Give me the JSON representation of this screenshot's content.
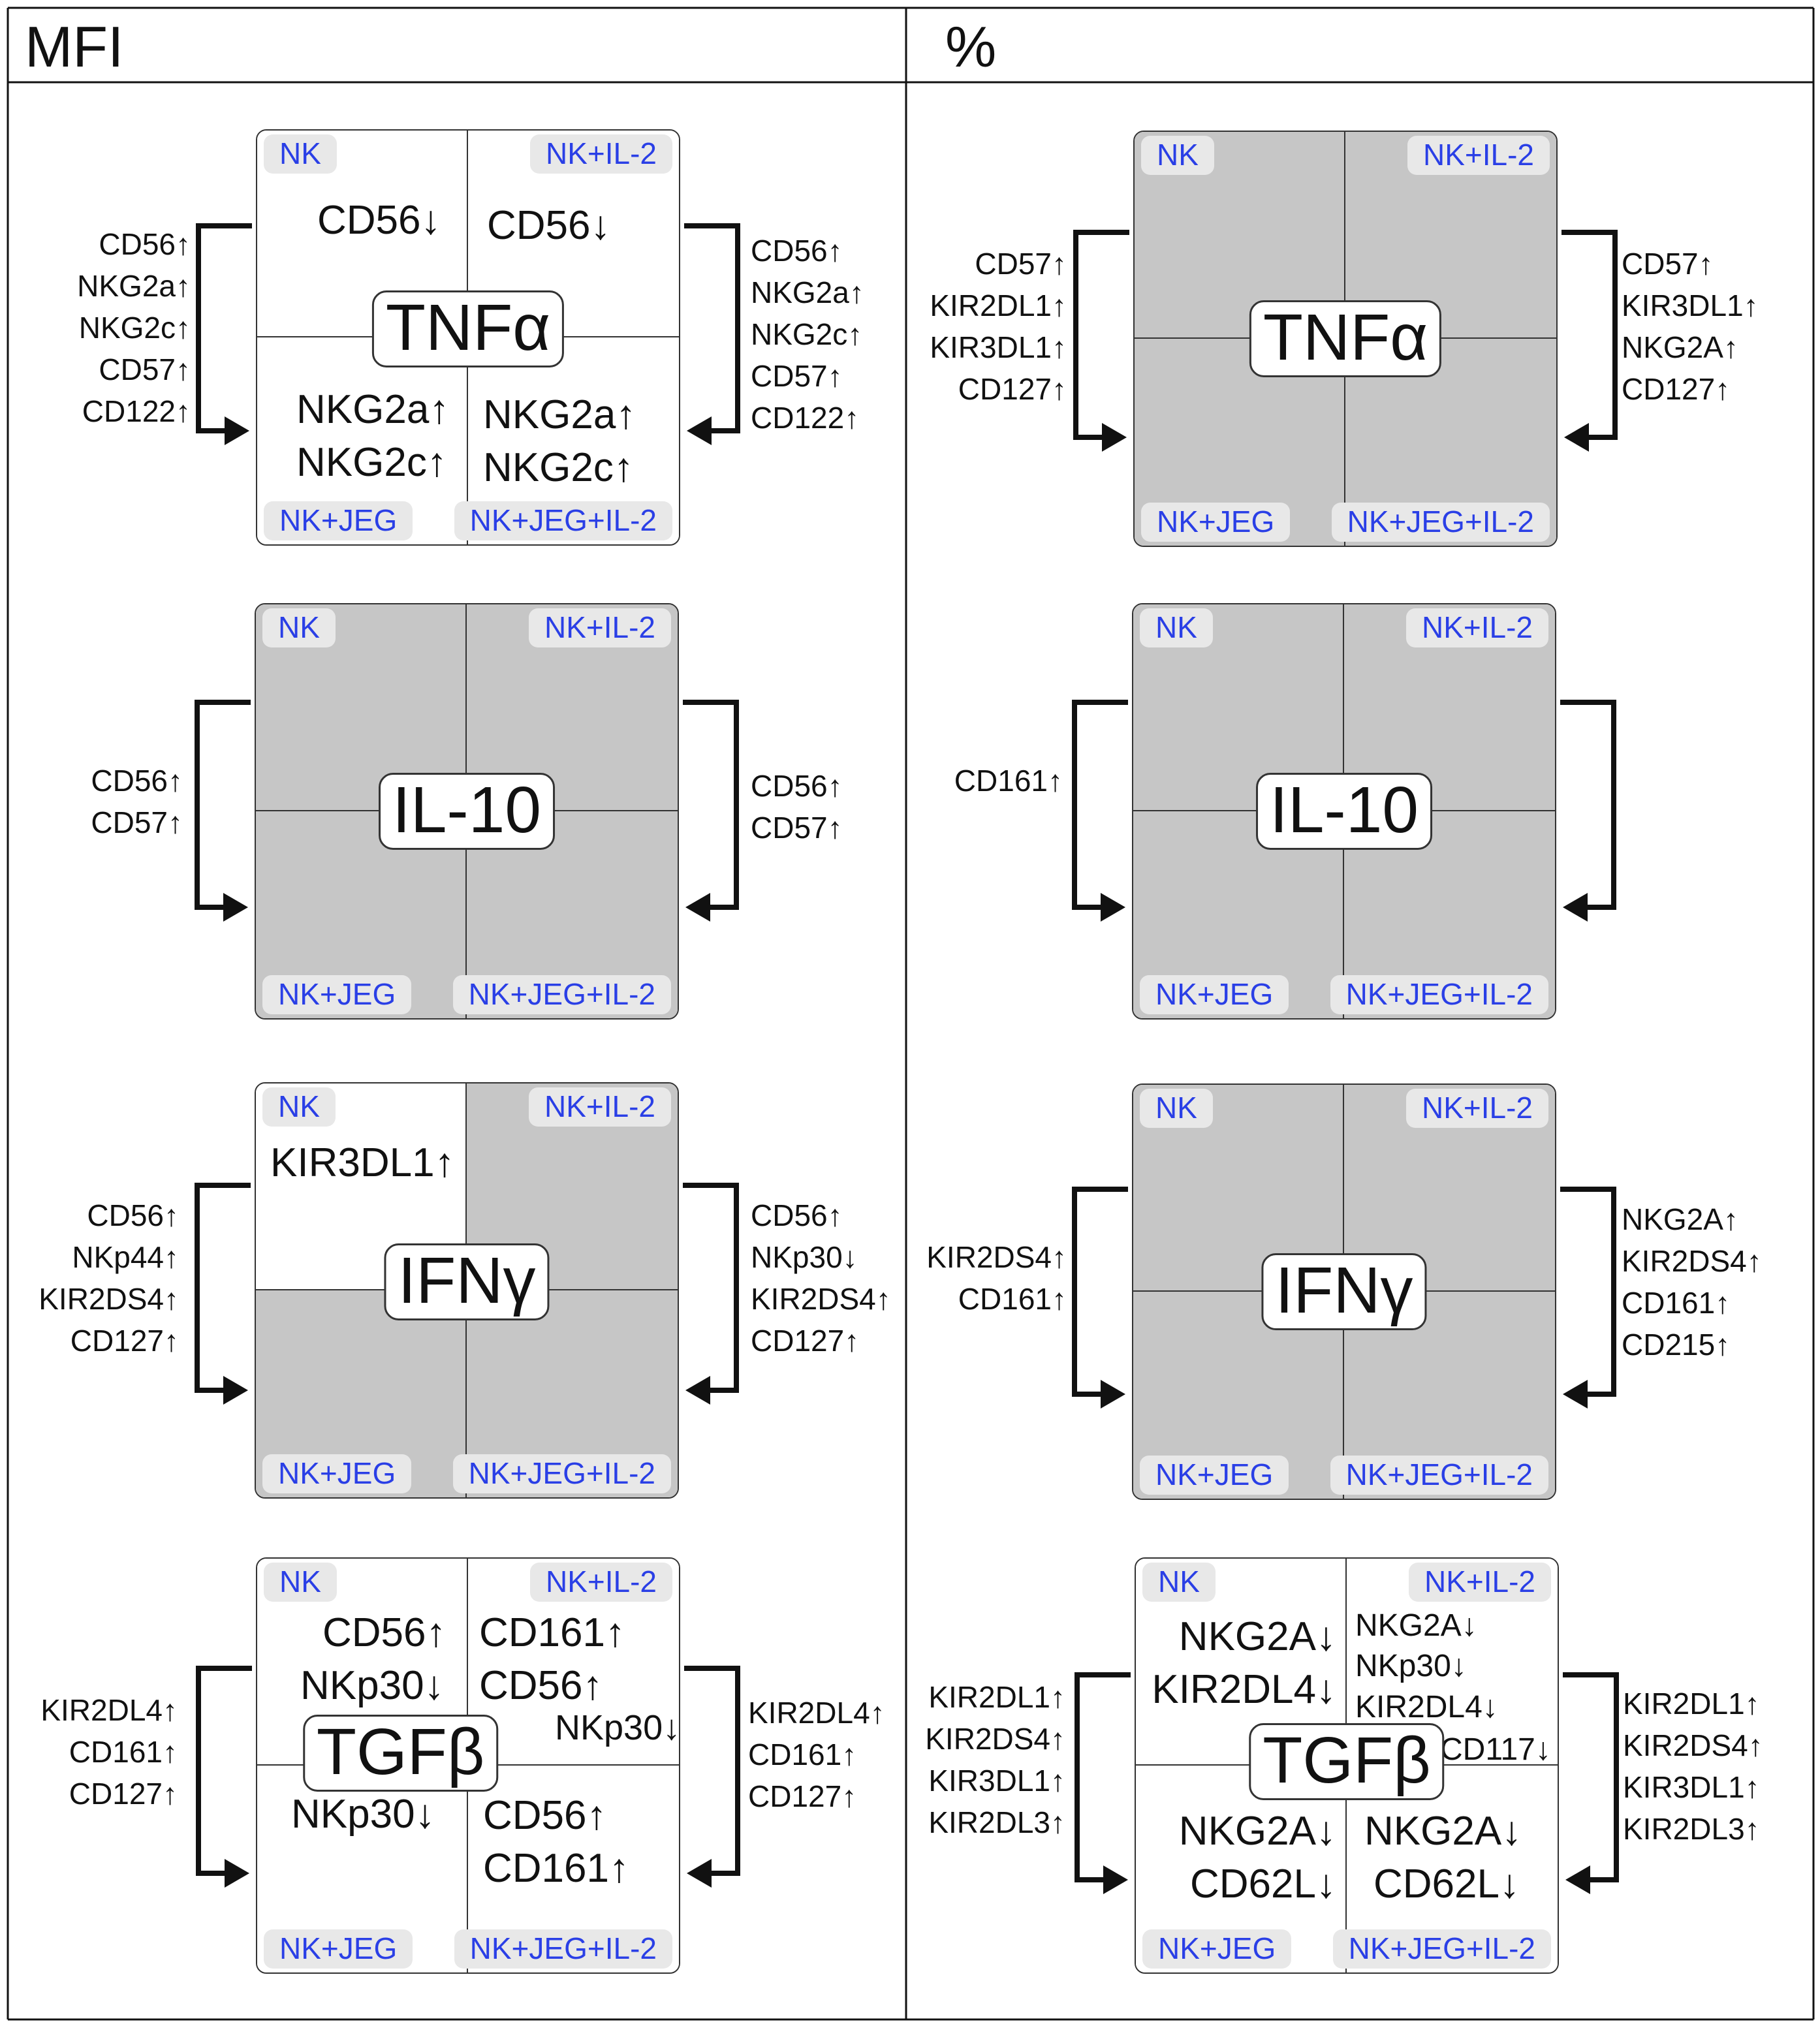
{
  "headers": {
    "left": "MFI",
    "right": "%"
  },
  "conditions": {
    "tl": "NK",
    "tr": "NK+IL-2",
    "bl": "NK+JEG",
    "br": "NK+JEG+IL-2"
  },
  "colors": {
    "condition_text": "#2a3fe6",
    "condition_bg": "#e8e8e8",
    "significant_gray": "#c6c6c6",
    "line": "#111111"
  },
  "mfi": {
    "tnf": {
      "label": "TNFα",
      "quadrant_fill": {
        "tl": "white",
        "tr": "white",
        "bl": "white",
        "br": "white"
      },
      "tl": [
        "CD56↓"
      ],
      "tr": [
        "CD56↓"
      ],
      "bl": [
        "NKG2a↑",
        "NKG2c↑"
      ],
      "br": [
        "NKG2a↑",
        "NKG2c↑"
      ],
      "left": [
        "CD56↑",
        "NKG2a↑",
        "NKG2c↑",
        "CD57↑",
        "CD122↑"
      ],
      "right": [
        "CD56↑",
        "NKG2a↑",
        "NKG2c↑",
        "CD57↑",
        "CD122↑"
      ]
    },
    "il10": {
      "label": "IL-10",
      "quadrant_fill": {
        "tl": "gray",
        "tr": "gray",
        "bl": "gray",
        "br": "gray"
      },
      "left": [
        "CD56↑",
        "CD57↑"
      ],
      "right": [
        "CD56↑",
        "CD57↑"
      ]
    },
    "ifn": {
      "label": "IFNγ",
      "quadrant_fill": {
        "tl": "white",
        "tr": "gray",
        "bl": "gray",
        "br": "gray"
      },
      "tl": [
        "KIR3DL1↑"
      ],
      "left": [
        "CD56↑",
        "NKp44↑",
        "KIR2DS4↑",
        "CD127↑"
      ],
      "right": [
        "CD56↑",
        "NKp30↓",
        "KIR2DS4↑",
        "CD127↑"
      ]
    },
    "tgf": {
      "label": "TGFβ",
      "quadrant_fill": {
        "tl": "white",
        "tr": "white",
        "bl": "white",
        "br": "white"
      },
      "tl": [
        "CD56↑",
        "NKp30↓"
      ],
      "tr": [
        "CD161↑",
        "CD56↑",
        "NKp30↓"
      ],
      "bl": [
        "NKp30↓"
      ],
      "br": [
        "CD56↑",
        "CD161↑"
      ],
      "left": [
        "KIR2DL4↑",
        "CD161↑",
        "CD127↑"
      ],
      "right": [
        "KIR2DL4↑",
        "CD161↑",
        "CD127↑"
      ]
    }
  },
  "pct": {
    "tnf": {
      "label": "TNFα",
      "quadrant_fill": {
        "tl": "gray",
        "tr": "gray",
        "bl": "gray",
        "br": "gray"
      },
      "left": [
        "CD57↑",
        "KIR2DL1↑",
        "KIR3DL1↑",
        "CD127↑"
      ],
      "right": [
        "CD57↑",
        "KIR3DL1↑",
        "NKG2A↑",
        "CD127↑"
      ]
    },
    "il10": {
      "label": "IL-10",
      "quadrant_fill": {
        "tl": "gray",
        "tr": "gray",
        "bl": "gray",
        "br": "gray"
      },
      "left": [
        "CD161↑"
      ],
      "right": []
    },
    "ifn": {
      "label": "IFNγ",
      "quadrant_fill": {
        "tl": "gray",
        "tr": "gray",
        "bl": "gray",
        "br": "gray"
      },
      "left": [
        "KIR2DS4↑",
        "CD161↑"
      ],
      "right": [
        "NKG2A↑",
        "KIR2DS4↑",
        "CD161↑",
        "CD215↑"
      ]
    },
    "tgf": {
      "label": "TGFβ",
      "quadrant_fill": {
        "tl": "white",
        "tr": "white",
        "bl": "white",
        "br": "white"
      },
      "tl": [
        "NKG2A↓",
        "KIR2DL4↓"
      ],
      "tr": [
        "NKG2A↓",
        "NKp30↓",
        "KIR2DL4↓",
        "CD117↓"
      ],
      "bl": [
        "NKG2A↓",
        "CD62L↓"
      ],
      "br": [
        "NKG2A↓",
        "CD62L↓"
      ],
      "left": [
        "KIR2DL1↑",
        "KIR2DS4↑",
        "KIR3DL1↑",
        "KIR2DL3↑"
      ],
      "right": [
        "KIR2DL1↑",
        "KIR2DS4↑",
        "KIR3DL1↑",
        "KIR2DL3↑"
      ]
    }
  }
}
